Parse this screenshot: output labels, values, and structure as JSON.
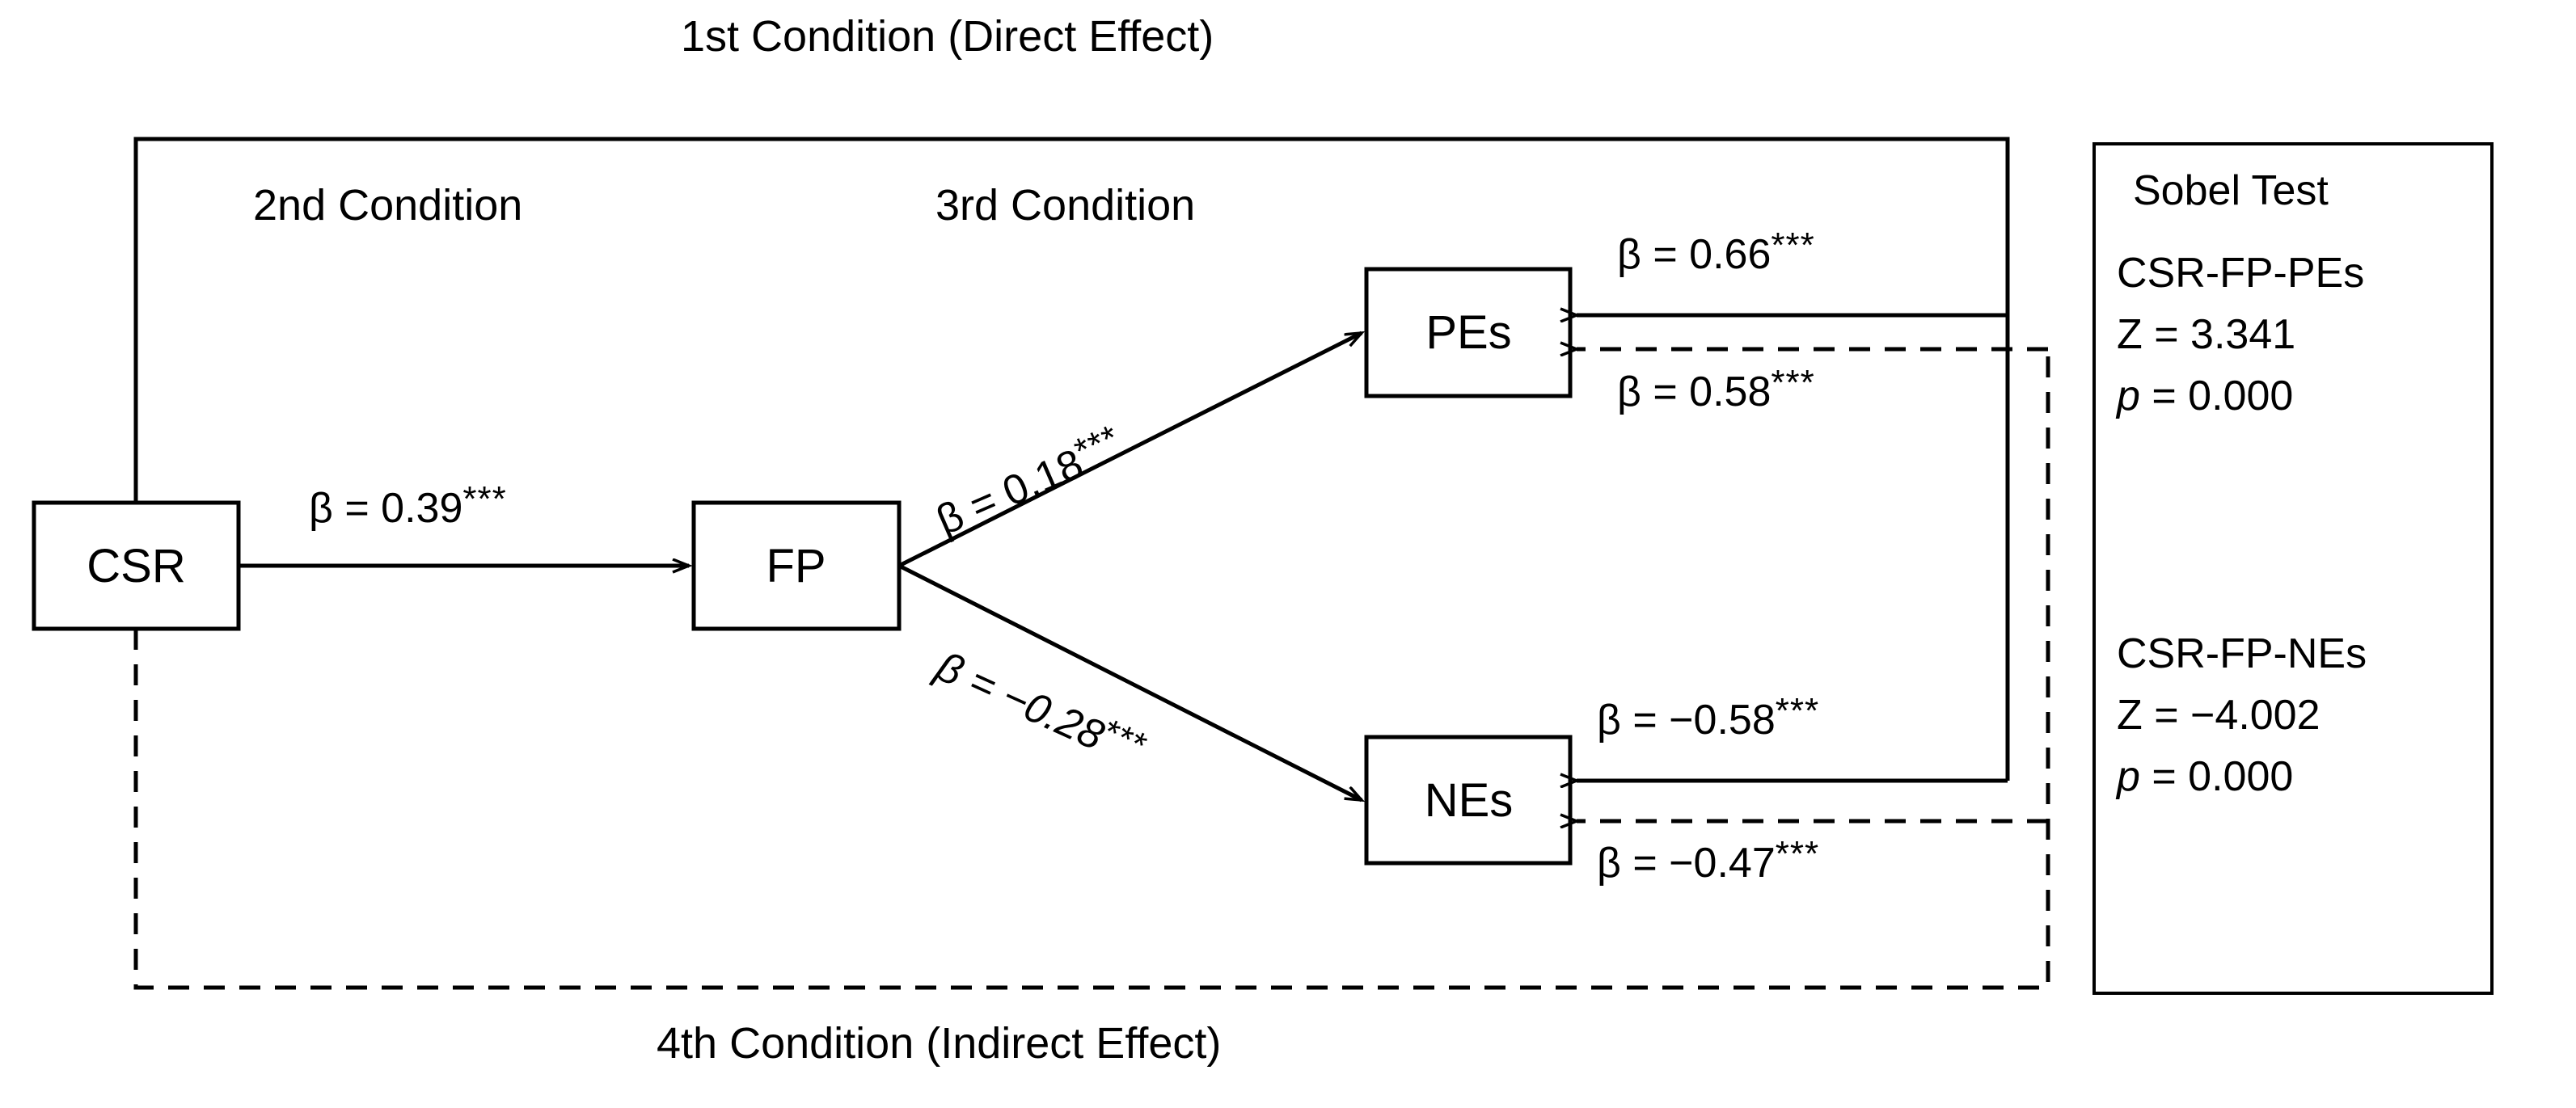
{
  "figure": {
    "top_condition_label": "1st Condition (Direct Effect)",
    "bottom_condition_label": "4th Condition (Indirect Effect)",
    "second_condition_label": "2nd Condition",
    "third_condition_label": "3rd Condition"
  },
  "nodes": {
    "csr": "CSR",
    "fp": "FP",
    "pes": "PEs",
    "nes": "NEs"
  },
  "paths": {
    "csr_to_fp": {
      "text": "β = 0.39",
      "stars": "***"
    },
    "fp_to_pes": {
      "text": "β = 0.18",
      "stars": "***"
    },
    "fp_to_nes": {
      "text": "β = −0.28",
      "stars": "***"
    },
    "direct_to_pes": {
      "text": "β = 0.66",
      "stars": "***"
    },
    "indirect_to_pes": {
      "text": "β = 0.58",
      "stars": "***"
    },
    "direct_to_nes": {
      "text": "β = −0.58",
      "stars": "***"
    },
    "indirect_to_nes": {
      "text": "β = −0.47",
      "stars": "***"
    }
  },
  "sobel": {
    "title": "Sobel Test",
    "tests": [
      {
        "name": "CSR-FP-PEs",
        "z_label": "Z = 3.341",
        "p_symbol": "p",
        "p_value": " = 0.000"
      },
      {
        "name": "CSR-FP-NEs",
        "z_label": "Z = −4.002",
        "p_symbol": "p",
        "p_value": " = 0.000"
      }
    ]
  },
  "colors": {
    "stroke": "#000000",
    "background": "#ffffff"
  }
}
